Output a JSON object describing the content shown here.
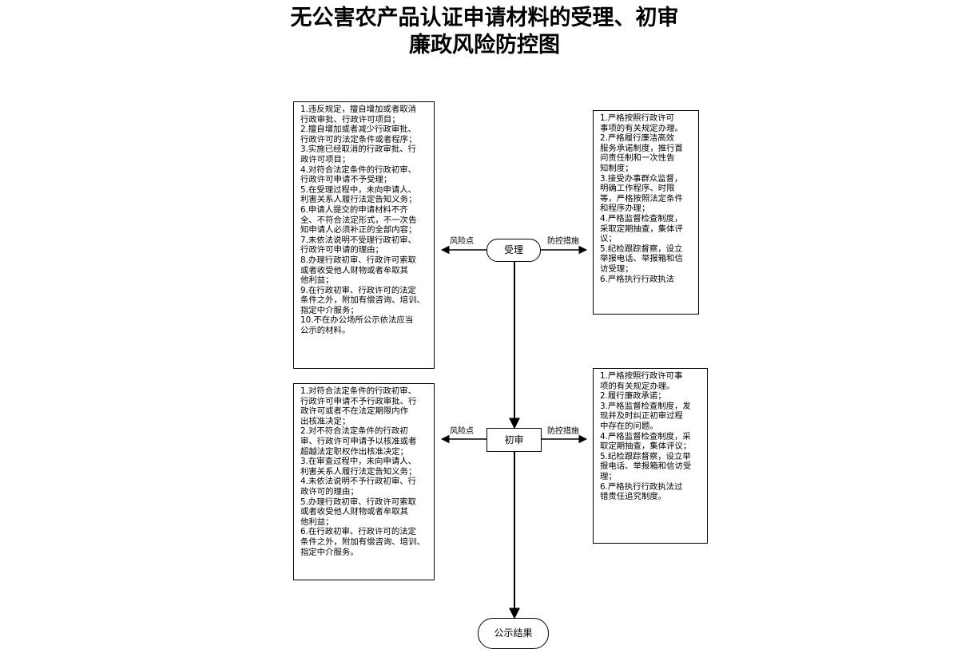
{
  "title": {
    "line1": "无公害农产品认证申请材料的受理、初审",
    "line2": "廉政风险防控图"
  },
  "nodes": {
    "accept": "受理",
    "review": "初审",
    "publish": "公示结果"
  },
  "labels": {
    "risk_point": "风险点",
    "control_measures": "防控措施"
  },
  "risk_accept": [
    "1.违反规定，擅自增加或者取消",
    "行政审批、行政许可项目；",
    "2.擅自增加或者减少行政审批、",
    "行政许可的法定条件或者程序；",
    "3.实施已经取消的行政审批、行",
    "政许可项目；",
    "4.对符合法定条件的行政初审、",
    "行政许可申请不予受理；",
    "5.在受理过程中，未向申请人、",
    "利害关系人履行法定告知义务；",
    "6.申请人提交的申请材料不齐",
    "全、不符合法定形式，不一次告",
    "知申请人必须补正的全部内容；",
    "7.未依法说明不受理行政初审、",
    "行政许可申请的理由；",
    "8.办理行政初审、行政许可索取",
    "或者收受他人财物或者牟取其",
    "他利益；",
    "9.在行政初审、行政许可的法定",
    "条件之外，附加有偿咨询、培训、",
    "指定中介服务；",
    "10.不在办公场所公示依法应当",
    "公示的材料。"
  ],
  "control_accept": [
    "1.严格按照行政许可",
    "事项的有关规定办理。",
    "2.严格履行廉洁高效",
    "服务承诺制度，推行首",
    "问责任制和一次性告",
    "知制度；",
    "3.接受办事群众监督，",
    "明确工作程序、时限",
    "等，严格按照法定条件",
    "和程序办理；",
    "4.严格监督检查制度，",
    "采取定期抽查，集体评",
    "议；",
    "5.纪检跟踪督察，设立",
    "举报电话、举报箱和信",
    "访受理；",
    "6.严格执行行政执法"
  ],
  "risk_review": [
    "1.对符合法定条件的行政初审、",
    "行政许可申请不予行政审批、行",
    "政许可或者不在法定期限内作",
    "出核准决定；",
    "2.对不符合法定条件的行政初",
    "审、行政许可申请予以核准或者",
    "超越法定职权作出核准决定；",
    "3.在审查过程中，未向申请人、",
    "利害关系人履行法定告知义务；",
    "4.未依法说明不予行政初审、行",
    "政许可的理由；",
    "5.办理行政初审、行政许可索取",
    "或者收受他人财物或者牟取其",
    "他利益；",
    "6.在行政初审、行政许可的法定",
    "条件之外，附加有偿咨询、培训、",
    "指定中介服务。"
  ],
  "control_review": [
    "1.严格按照行政许可事",
    "项的有关规定办理。",
    "2.履行廉政承诺；",
    "3.严格监督检查制度，发",
    "现并及时纠正初审过程",
    "中存在的问题。",
    "4.严格监督检查制度，采",
    "取定期抽查，集体评议；",
    "5.纪检跟踪督察，设立举",
    "报电话、举报箱和信访受",
    "理；",
    "6.严格执行行政执法过",
    "错责任追究制度。"
  ]
}
